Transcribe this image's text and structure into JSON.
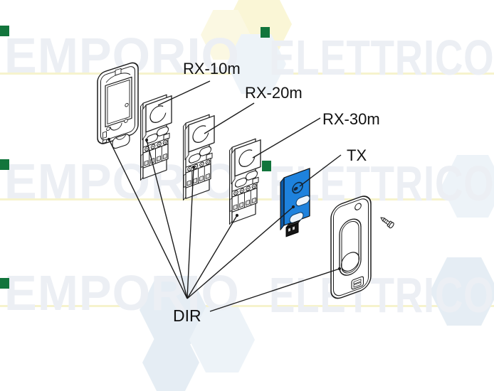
{
  "watermark": {
    "word_left": "EMPORIO",
    "word_right": "ELETTRICO"
  },
  "labels": {
    "rx10": "RX-10m",
    "rx20": "RX-20m",
    "rx30": "RX-30m",
    "tx": "TX",
    "dir": "DIR"
  },
  "theme": {
    "line": "#1b1b1b",
    "tx_blue": "#1e82dd",
    "tx_side": "#0d5aa6",
    "wm_text": "#eceff4",
    "wm_stripe": "#f6f3cd",
    "wm_hex_yellow": "#faf6d6",
    "wm_hex_yellow2": "#fbf8e2",
    "wm_hex_blue": "#e5edf4",
    "wm_hex_blue2": "#edf3f8",
    "wm_square": "#12753c"
  }
}
